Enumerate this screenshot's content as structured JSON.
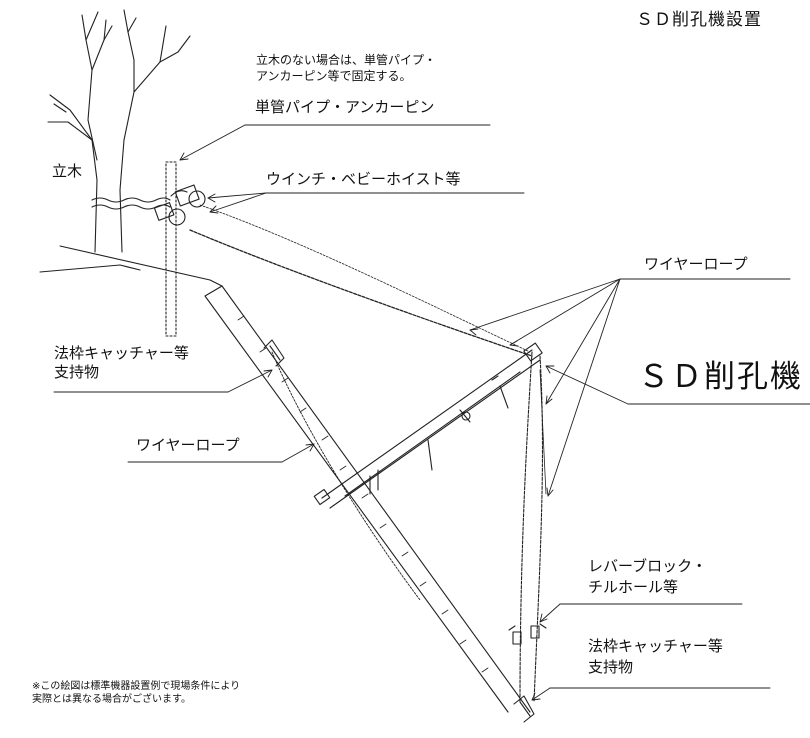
{
  "header": {
    "title_top": "ＳＤ削孔機設置",
    "title_large": "ＳＤ削孔機"
  },
  "notes": {
    "anchor_note": [
      "立木のない場合は、単管パイプ・",
      "アンカーピン等で固定する。"
    ],
    "footnote": [
      "※この絵図は標準機器設置例で現場条件により",
      "実際とは異なる場合がございます。"
    ]
  },
  "labels": {
    "anchor_pipe": "単管パイプ・アンカーピン",
    "tree": "立木",
    "winch": "ウインチ・ベビーホイスト等",
    "wire_rope_right": "ワイヤーロープ",
    "catcher_left": [
      "法枠キャッチャー等",
      "支持物"
    ],
    "wire_rope_left": "ワイヤーロープ",
    "lever_block": [
      "レバーブロック・",
      "チルホール等"
    ],
    "catcher_right": [
      "法枠キャッチャー等",
      "支持物"
    ]
  },
  "colors": {
    "line": "#222222",
    "background": "#ffffff"
  }
}
